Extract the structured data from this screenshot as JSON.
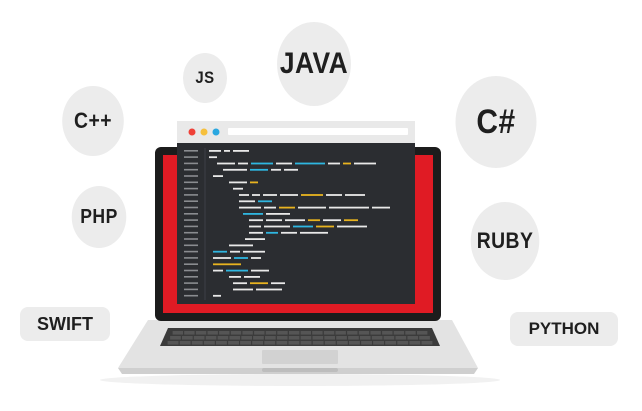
{
  "languages": {
    "js": "JS",
    "java": "JAVA",
    "cpp": "C++",
    "csharp": "C#",
    "php": "PHP",
    "ruby": "RUBY",
    "swift": "SWIFT",
    "python": "PYTHON"
  },
  "colors": {
    "bubble": "#ececec",
    "bubble_text": "#1f1f1f",
    "laptop_red": "#e01b24",
    "laptop_bezel": "#1c1c1c",
    "editor_bg": "#2b2d31",
    "browser_bar": "#e9e9e9",
    "dot_red": "#ef4138",
    "dot_yellow": "#f6c03d",
    "dot_blue": "#2aa7e0",
    "code_white": "#e9e9e9",
    "code_yellow": "#e8b320",
    "code_cyan": "#2fb6e0",
    "laptop_base": "#e2e2e2",
    "keyboard": "#3a3a3a"
  },
  "icons": [
    "laptop-icon",
    "code-window-icon",
    "keyboard-icon",
    "touchpad-icon"
  ]
}
